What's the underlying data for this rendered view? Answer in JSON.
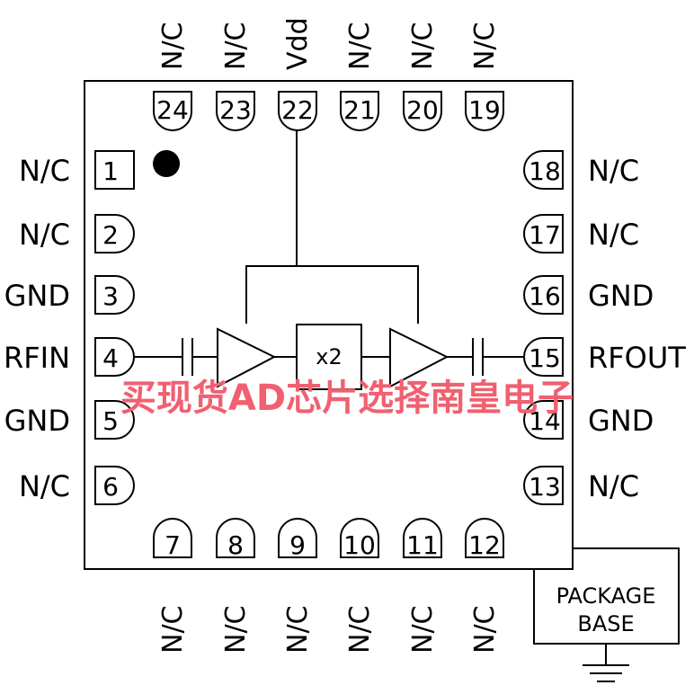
{
  "top_pins": [
    {
      "num": "24",
      "label": "N/C"
    },
    {
      "num": "23",
      "label": "N/C"
    },
    {
      "num": "22",
      "label": "Vdd"
    },
    {
      "num": "21",
      "label": "N/C"
    },
    {
      "num": "20",
      "label": "N/C"
    },
    {
      "num": "19",
      "label": "N/C"
    }
  ],
  "bottom_pins": [
    {
      "num": "7",
      "label": "N/C"
    },
    {
      "num": "8",
      "label": "N/C"
    },
    {
      "num": "9",
      "label": "N/C"
    },
    {
      "num": "10",
      "label": "N/C"
    },
    {
      "num": "11",
      "label": "N/C"
    },
    {
      "num": "12",
      "label": "N/C"
    }
  ],
  "left_pins": [
    {
      "num": "1",
      "label": "N/C"
    },
    {
      "num": "2",
      "label": "N/C"
    },
    {
      "num": "3",
      "label": "GND"
    },
    {
      "num": "4",
      "label": "RFIN"
    },
    {
      "num": "5",
      "label": "GND"
    },
    {
      "num": "6",
      "label": "N/C"
    }
  ],
  "right_pins": [
    {
      "num": "18",
      "label": "N/C"
    },
    {
      "num": "17",
      "label": "N/C"
    },
    {
      "num": "16",
      "label": "GND"
    },
    {
      "num": "15",
      "label": "RFOUT"
    },
    {
      "num": "14",
      "label": "GND"
    },
    {
      "num": "13",
      "label": "N/C"
    }
  ],
  "multiplier_label": "x2",
  "package_base": {
    "line1": "PACKAGE",
    "line2": "BASE"
  },
  "watermark": "买现货AD芯片选择南皇电子"
}
